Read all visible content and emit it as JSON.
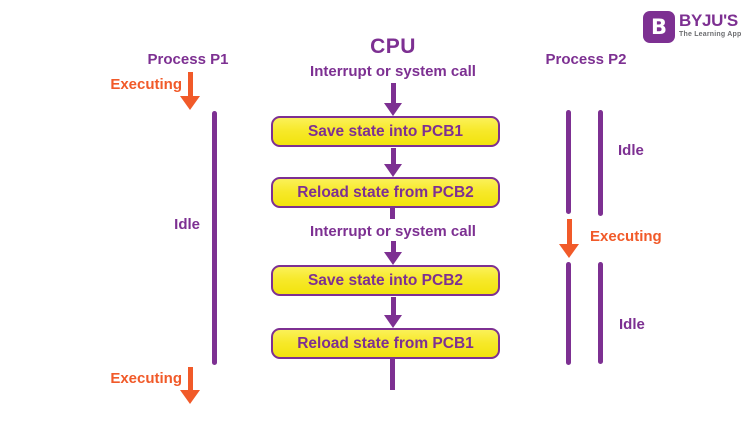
{
  "colors": {
    "purple": "#7d3092",
    "orange": "#f15a29",
    "yellow-light": "#fbf158",
    "yellow-deep": "#f2e30d",
    "tagline": "#6d6e71"
  },
  "logo": {
    "mark": "B",
    "brand": "BYJU'S",
    "tagline": "The Learning App"
  },
  "columns": {
    "p1": {
      "title": "Process P1",
      "executing_top": "Executing",
      "idle": "Idle",
      "executing_bottom": "Executing"
    },
    "cpu": {
      "title": "CPU",
      "interrupt_top": "Interrupt or system call",
      "interrupt_mid": "Interrupt or system call",
      "boxes": [
        "Save state into PCB1",
        "Reload state from PCB2",
        "Save state into PCB2",
        "Reload state from PCB1"
      ]
    },
    "p2": {
      "title": "Process P2",
      "idle_top": "Idle",
      "executing": "Executing",
      "idle_bottom": "Idle"
    }
  }
}
